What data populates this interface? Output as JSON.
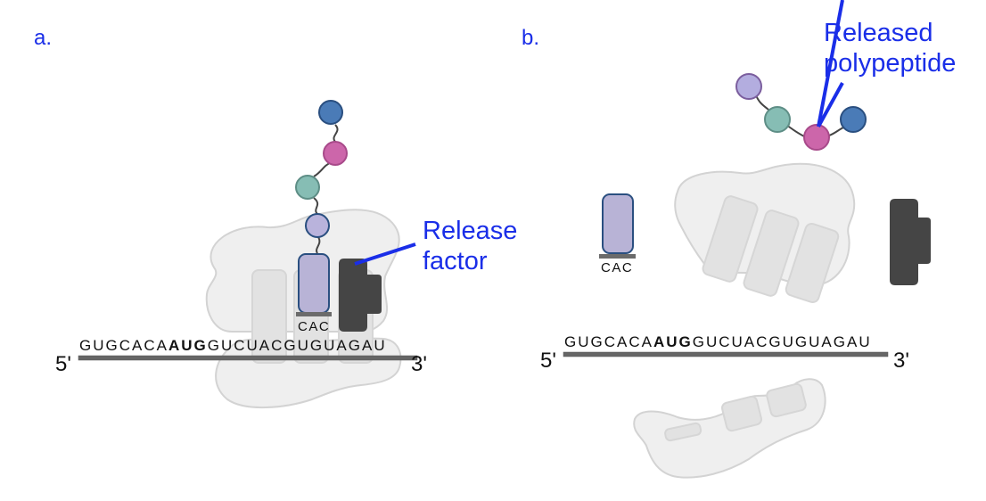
{
  "panels": {
    "a": {
      "label": "a.",
      "callout": {
        "line1": "Release",
        "line2": "factor"
      },
      "mrna": {
        "five_prime": "5'",
        "three_prime": "3'",
        "seq_before": "GUGCACA",
        "start_codon": "AUG",
        "seq_after": "GUCUACGUGUAGAU"
      },
      "trna_anticodon": "CAC",
      "peptide_colors": [
        "#4a7bb7",
        "#cc66aa",
        "#86bdb4",
        "#b9b3dc"
      ]
    },
    "b": {
      "label": "b.",
      "callout": {
        "line1": "Released",
        "line2": "polypeptide"
      },
      "mrna": {
        "five_prime": "5'",
        "three_prime": "3'",
        "seq_before": "GUGCACA",
        "start_codon": "AUG",
        "seq_after": "GUCUACGUGUAGAU"
      },
      "trna_anticodon": "CAC",
      "peptide_colors": [
        "#b3addf",
        "#86bdb4",
        "#cc66aa",
        "#4a7bb7"
      ]
    }
  },
  "colors": {
    "callout": "#1a2ee8",
    "release_factor": "#454545",
    "trna_fill": "#b8b3d6",
    "trna_stroke": "#2a4f80",
    "ribosome_fill": "#efefef",
    "ribosome_stroke": "#d3d3d3",
    "mrna_line": "#666666"
  }
}
